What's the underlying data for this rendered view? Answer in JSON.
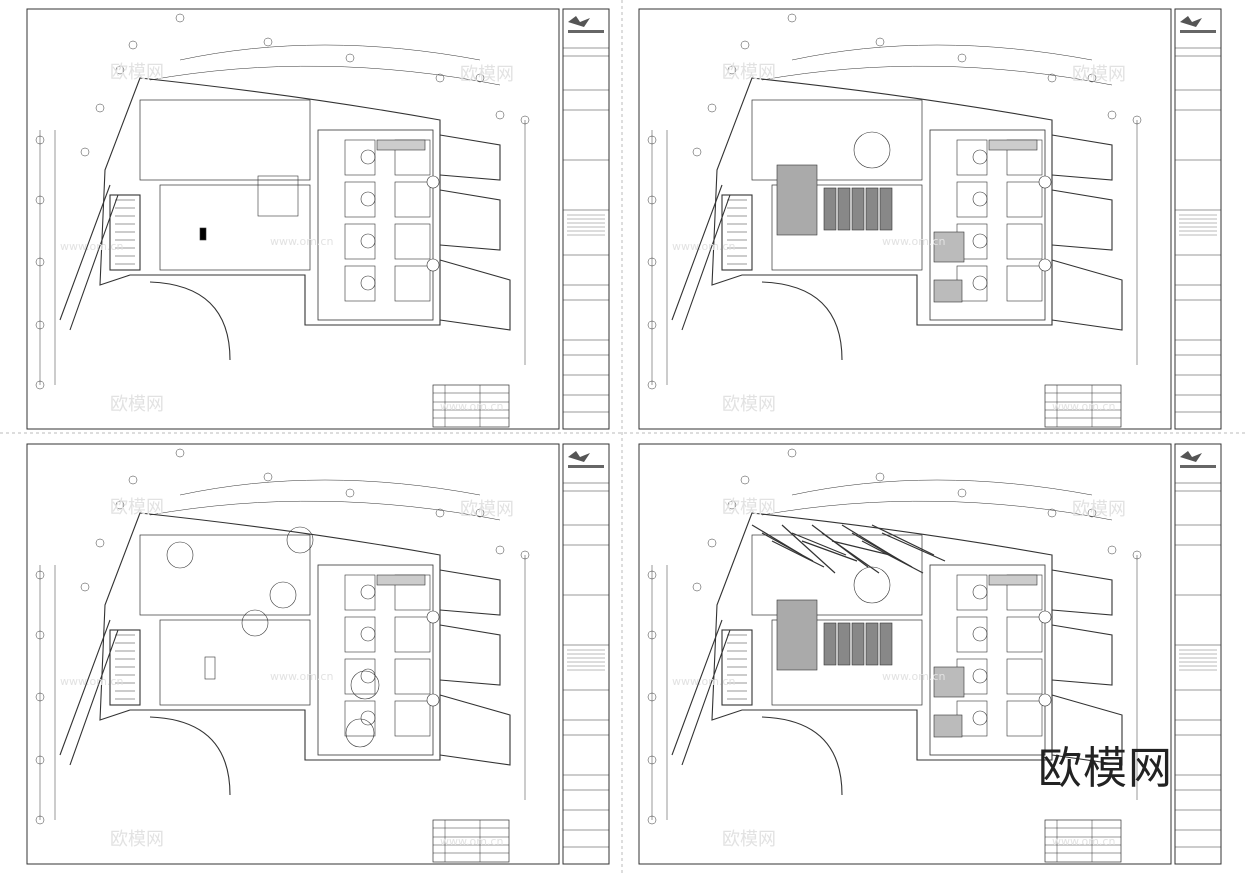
{
  "sheets": [
    {
      "id": "plan-tl",
      "variant": "layout"
    },
    {
      "id": "plan-tr",
      "variant": "finish"
    },
    {
      "id": "plan-bl",
      "variant": "furniture"
    },
    {
      "id": "plan-br",
      "variant": "ceiling"
    }
  ],
  "watermark": {
    "main": "欧模网",
    "faint": "欧模网",
    "url": "www.om.cn"
  }
}
